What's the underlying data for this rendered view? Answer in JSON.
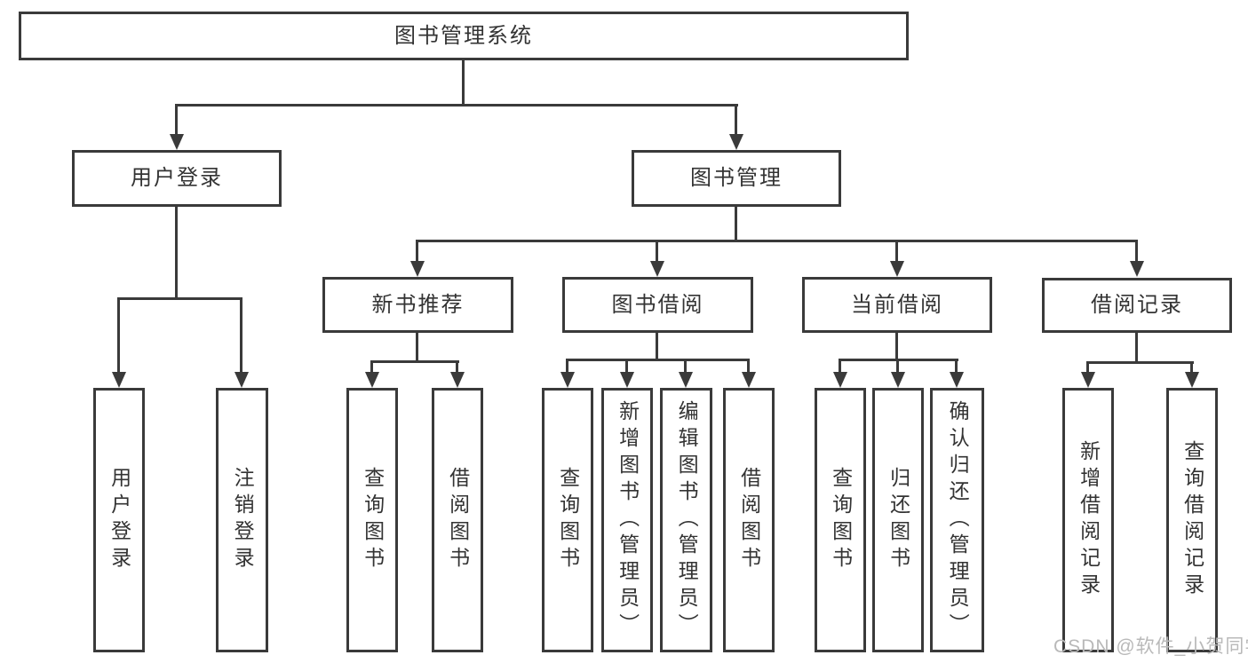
{
  "colors": {
    "line": "#3a3a3a",
    "border": "#3a3a3a",
    "text": "#333333",
    "watermark_text": "#b9b9b9",
    "background": "#ffffff"
  },
  "watermark": {
    "text": "CSDN @软件_小贺同学"
  },
  "tree": {
    "label": "图书管理系统",
    "children": [
      {
        "label": "用户登录",
        "children": [
          {
            "label": "用户登录"
          },
          {
            "label": "注销登录"
          }
        ]
      },
      {
        "label": "图书管理",
        "children": [
          {
            "label": "新书推荐",
            "children": [
              {
                "label": "查询图书"
              },
              {
                "label": "借阅图书"
              }
            ]
          },
          {
            "label": "图书借阅",
            "children": [
              {
                "label": "查询图书"
              },
              {
                "label": "新增图书（管理员）"
              },
              {
                "label": "编辑图书（管理员）"
              },
              {
                "label": "借阅图书"
              }
            ]
          },
          {
            "label": "当前借阅",
            "children": [
              {
                "label": "查询图书"
              },
              {
                "label": "归还图书"
              },
              {
                "label": "确认归还（管理员）"
              }
            ]
          },
          {
            "label": "借阅记录",
            "children": [
              {
                "label": "新增借阅记录"
              },
              {
                "label": "查询借阅记录"
              }
            ]
          }
        ]
      }
    ]
  }
}
